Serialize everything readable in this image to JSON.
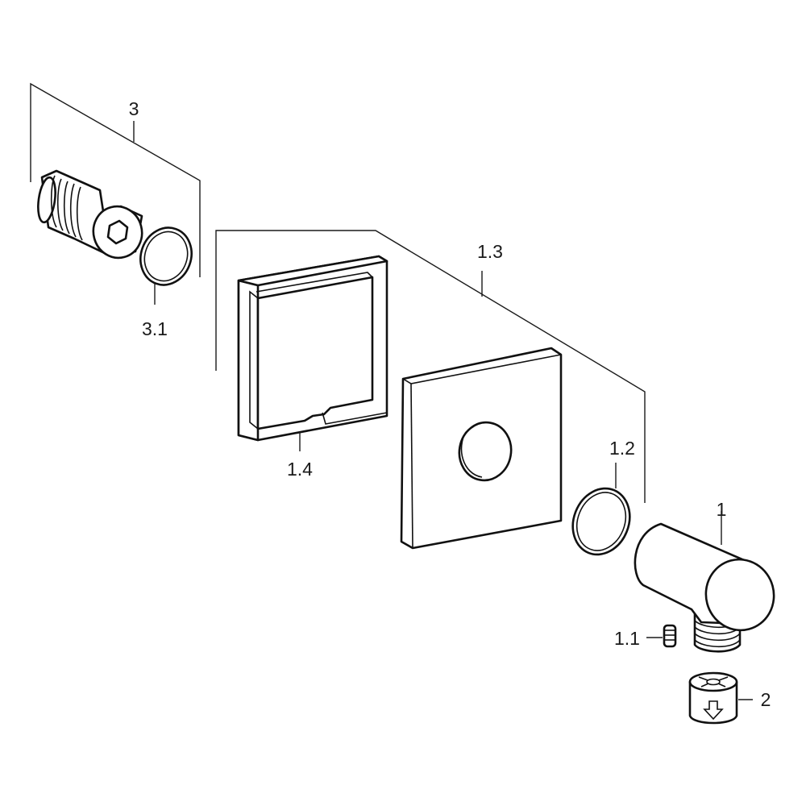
{
  "labels": {
    "part_3": "3",
    "part_3_1": "3.1",
    "part_1_3": "1.3",
    "part_1_4": "1.4",
    "part_1_2": "1.2",
    "part_1": "1",
    "part_1_1": "1.1",
    "part_2": "2"
  }
}
